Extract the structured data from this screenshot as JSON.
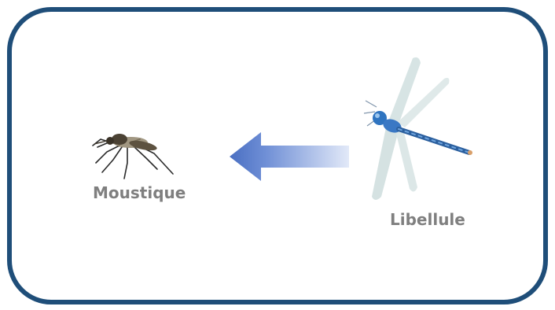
{
  "diagram": {
    "predator": {
      "label": "Libellule",
      "icon": "dragonfly-icon"
    },
    "prey": {
      "label": "Moustique",
      "icon": "mosquito-icon"
    },
    "relation_arrow": {
      "direction": "left",
      "icon": "arrow-left-icon"
    }
  },
  "colors": {
    "frame_border": "#1f4e79",
    "label_text": "#7f7f7f",
    "arrow_head": "#4a6fc2",
    "arrow_tail": "#dde6f7"
  }
}
